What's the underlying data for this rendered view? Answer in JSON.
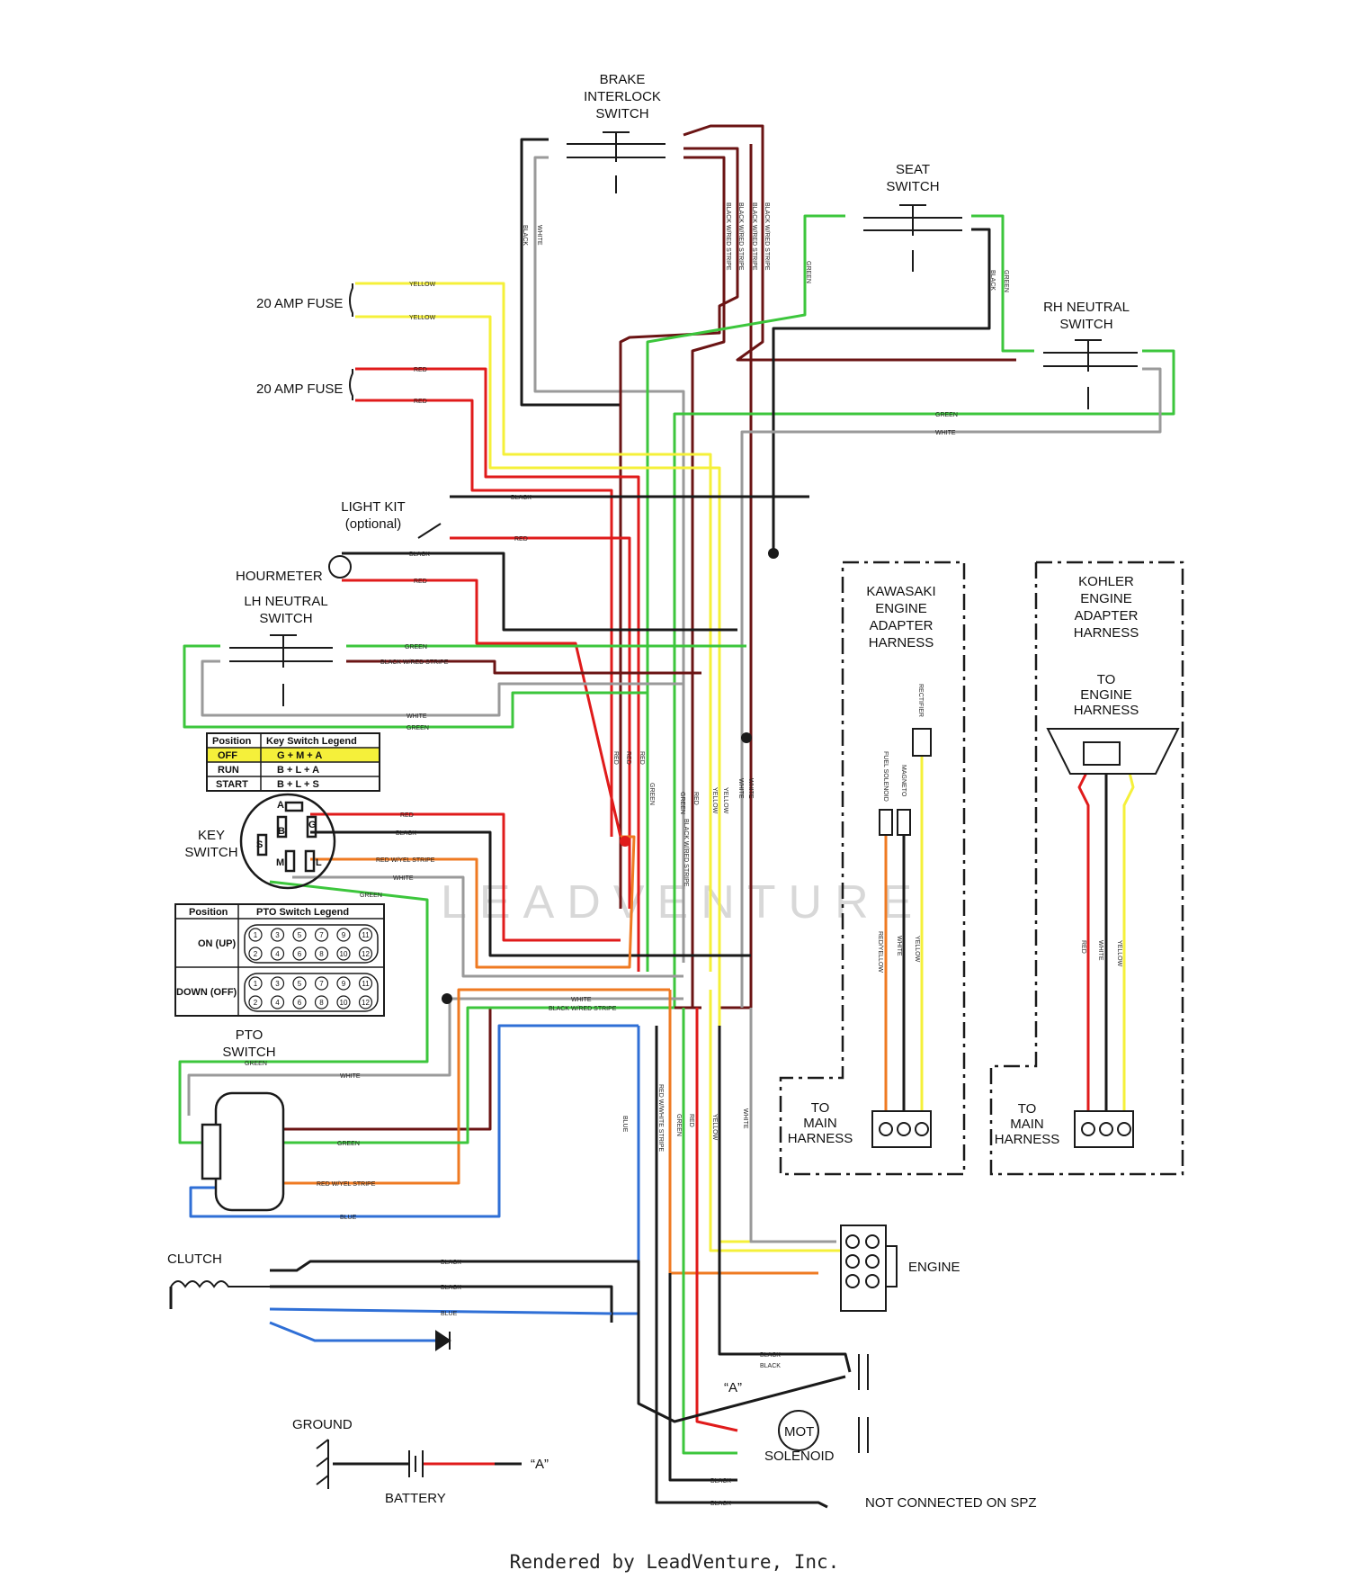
{
  "labels": {
    "brake_interlock": [
      "BRAKE",
      "INTERLOCK",
      "SWITCH"
    ],
    "seat_switch": [
      "SEAT",
      "SWITCH"
    ],
    "rh_neutral": [
      "RH NEUTRAL",
      "SWITCH"
    ],
    "fuse1": "20 AMP FUSE",
    "fuse2": "20 AMP FUSE",
    "light_kit": [
      "LIGHT KIT",
      "(optional)"
    ],
    "hourmeter": "HOURMETER",
    "lh_neutral": [
      "LH NEUTRAL",
      "SWITCH"
    ],
    "key_switch": [
      "KEY",
      "SWITCH"
    ],
    "pto_switch": [
      "PTO",
      "SWITCH"
    ],
    "clutch": "CLUTCH",
    "ground": "GROUND",
    "battery": "BATTERY",
    "a_ref": "“A”",
    "a_ref2": "“A”",
    "mot": "MOT",
    "solenoid": "SOLENOID",
    "engine": "ENGINE",
    "not_connected": "NOT CONNECTED ON SPZ",
    "kawasaki": [
      "KAWASAKI",
      "ENGINE",
      "ADAPTER",
      "HARNESS"
    ],
    "kohler": [
      "KOHLER",
      "ENGINE",
      "ADAPTER",
      "HARNESS"
    ],
    "to_engine_harness": [
      "TO",
      "ENGINE",
      "HARNESS"
    ],
    "to_main_harness_1": [
      "TO",
      "MAIN",
      "HARNESS"
    ],
    "to_main_harness_2": [
      "TO",
      "MAIN",
      "HARNESS"
    ],
    "kawa_pins": [
      "FUEL SOLENOID",
      "MAGNETO",
      "RECTIFIER"
    ],
    "key_pins": [
      "A",
      "B",
      "G",
      "S",
      "M",
      "L"
    ],
    "watermark": "LEADVENTURE"
  },
  "key_legend": {
    "headers": [
      "Position",
      "Key Switch Legend"
    ],
    "rows": [
      [
        "OFF",
        "G + M + A"
      ],
      [
        "RUN",
        "B + L + A"
      ],
      [
        "START",
        "B + L + S"
      ]
    ]
  },
  "pto_legend": {
    "headers": [
      "Position",
      "PTO Switch Legend"
    ],
    "rows": [
      "ON (UP)",
      "DOWN (OFF)"
    ],
    "pins_top": [
      "1",
      "3",
      "5",
      "7",
      "9",
      "11"
    ],
    "pins_bottom": [
      "2",
      "4",
      "6",
      "8",
      "10",
      "12"
    ]
  },
  "wire_labels": {
    "yellow": "YELLOW",
    "red": "RED",
    "black": "BLACK",
    "white": "WHITE",
    "green": "GREEN",
    "blue": "BLUE",
    "black_red": "BLACK W/RED STRIPE",
    "red_yel": "RED W/YEL STRIPE",
    "red_white": "RED W/WHITE STRIPE",
    "red_yellow": "RED/YELLOW"
  },
  "colors": {
    "black": "#1a1a1a",
    "red": "#e01b1b",
    "yellow": "#f5f03a",
    "green": "#3cc63c",
    "blue": "#2f6fd6",
    "orange": "#ef7a22",
    "maroon": "#6b1414",
    "white_wire": "#9a9a9a"
  },
  "footer": "Rendered by LeadVenture, Inc."
}
